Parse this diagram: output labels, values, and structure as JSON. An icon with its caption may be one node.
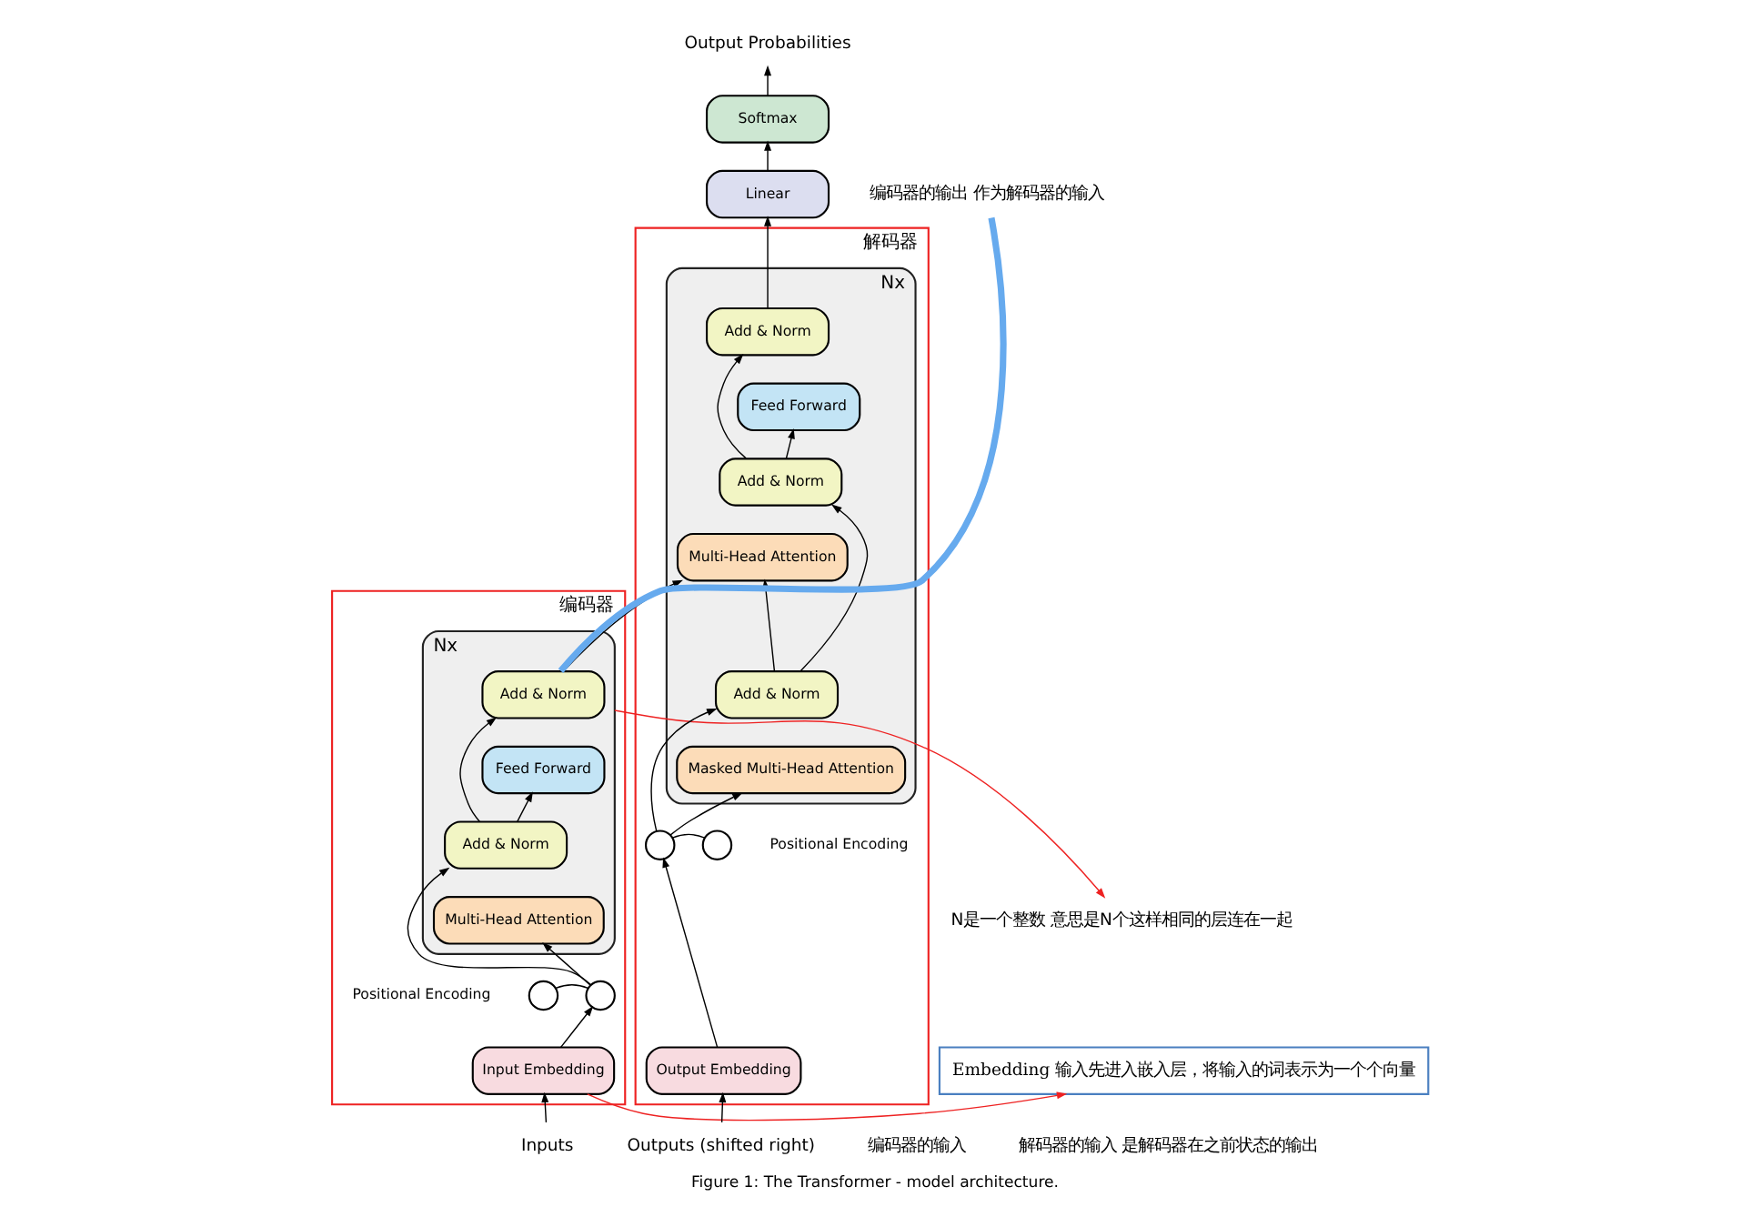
{
  "diagram": {
    "caption": "Figure 1: The Transformer - model architecture.",
    "nodes": [
      {
        "text": [
          "编码器"
        ]
      },
      {
        "text": [],
        "shape": "box",
        "in": 0,
        "beside": [
          "Nx"
        ]
      },
      {
        "text": [
          "Add & Norm"
        ],
        "in": 1
      },
      {
        "text": [
          "Feed Forward"
        ],
        "in": 1
      },
      {
        "text": [
          "Add & Norm"
        ],
        "in": 1
      },
      {
        "text": [
          "Multi-Head Attention"
        ],
        "in": 1
      },
      {
        "text": [],
        "shape": "circle",
        "in": 0,
        "beside": [
          "Positional Encoding"
        ]
      },
      {
        "text": [],
        "shape": "circle",
        "in": 0
      },
      {
        "text": [
          "Input Embedding"
        ],
        "in": 0
      },
      {
        "text": [
          "Inputs"
        ]
      },
      {
        "text": [
          "解码器"
        ]
      },
      {
        "text": [],
        "shape": "box",
        "in": 10,
        "beside": [
          "Nx"
        ]
      },
      {
        "text": [
          "Add & Norm"
        ],
        "in": 11
      },
      {
        "text": [
          "Feed Forward"
        ],
        "in": 11
      },
      {
        "text": [
          "Add & Norm"
        ],
        "in": 11
      },
      {
        "text": [
          "Multi-Head Attention"
        ],
        "in": 11
      },
      {
        "text": [
          "Add & Norm"
        ],
        "in": 11
      },
      {
        "text": [
          "Masked Multi-Head Attention"
        ],
        "in": 11
      },
      {
        "text": [],
        "shape": "circle",
        "in": 10
      },
      {
        "text": [],
        "shape": "circle",
        "in": 10,
        "beside": [
          "Positional Encoding"
        ]
      },
      {
        "text": [
          "Output Embedding"
        ],
        "in": 10
      },
      {
        "text": [
          "Outputs (shifted right)"
        ]
      },
      {
        "text": [
          "Linear"
        ]
      },
      {
        "text": [
          "Softmax"
        ]
      },
      {
        "text": [
          "Output Probabilities"
        ]
      },
      {
        "text": [
          "N是一个整数 意思是N个这样相同的层连在一起"
        ]
      },
      {
        "text": [
          "Embedding 输入先进入嵌入层，将输入的词表示为一个个向量"
        ]
      },
      {
        "text": [
          "编码器的输出 作为解码器的输入"
        ]
      }
    ],
    "edges": [
      {
        "from": 9,
        "to": 8,
        "arrow": "to"
      },
      {
        "from": 8,
        "to": 7,
        "arrow": "to"
      },
      {
        "from": 6,
        "to": 7,
        "arrow": "none"
      },
      {
        "from": 7,
        "to": 5,
        "arrow": "to"
      },
      {
        "from": 7,
        "to": 4,
        "arrow": "to"
      },
      {
        "from": 4,
        "to": 3,
        "arrow": "to"
      },
      {
        "from": 4,
        "to": 2,
        "arrow": "to"
      },
      {
        "from": 2,
        "to": 15,
        "arrow": "to"
      },
      {
        "from": 21,
        "to": 20,
        "arrow": "to"
      },
      {
        "from": 20,
        "to": 18,
        "arrow": "to"
      },
      {
        "from": 19,
        "to": 18,
        "arrow": "none"
      },
      {
        "from": 18,
        "to": 17,
        "arrow": "to"
      },
      {
        "from": 18,
        "to": 16,
        "arrow": "to"
      },
      {
        "from": 16,
        "to": 15,
        "arrow": "to"
      },
      {
        "from": 16,
        "to": 14,
        "arrow": "to"
      },
      {
        "from": 14,
        "to": 13,
        "arrow": "to"
      },
      {
        "from": 14,
        "to": 12,
        "arrow": "to"
      },
      {
        "from": 12,
        "to": 22,
        "arrow": "to"
      },
      {
        "from": 22,
        "to": 23,
        "arrow": "to"
      },
      {
        "from": 23,
        "to": 24,
        "arrow": "to"
      },
      {
        "from": 1,
        "to": 25,
        "arrow": "to",
        "color": "#ee2222"
      },
      {
        "from": 8,
        "to": 26,
        "arrow": "to",
        "color": "#ee2222"
      },
      {
        "from": 27,
        "to": 2,
        "arrow": "none",
        "style": "thick",
        "color": "#66aaee"
      }
    ],
    "labels": [
      "编码器的输入",
      "解码器的输入 是解码器在之前状态的输出"
    ]
  }
}
